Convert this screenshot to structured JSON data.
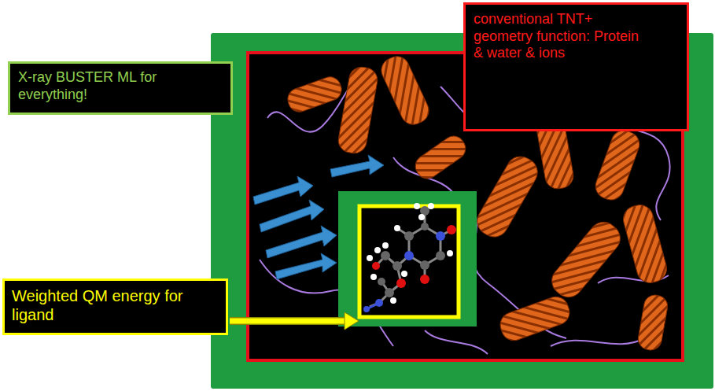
{
  "diagram": {
    "nodes": [
      {
        "text": [
          "conventional TNT+ geometry function: Protein & water & ions"
        ]
      },
      {
        "text": [
          "X-ray BUSTER ML for everything!"
        ]
      },
      {
        "text": [
          "Weighted QM energy for ligand"
        ]
      }
    ]
  }
}
